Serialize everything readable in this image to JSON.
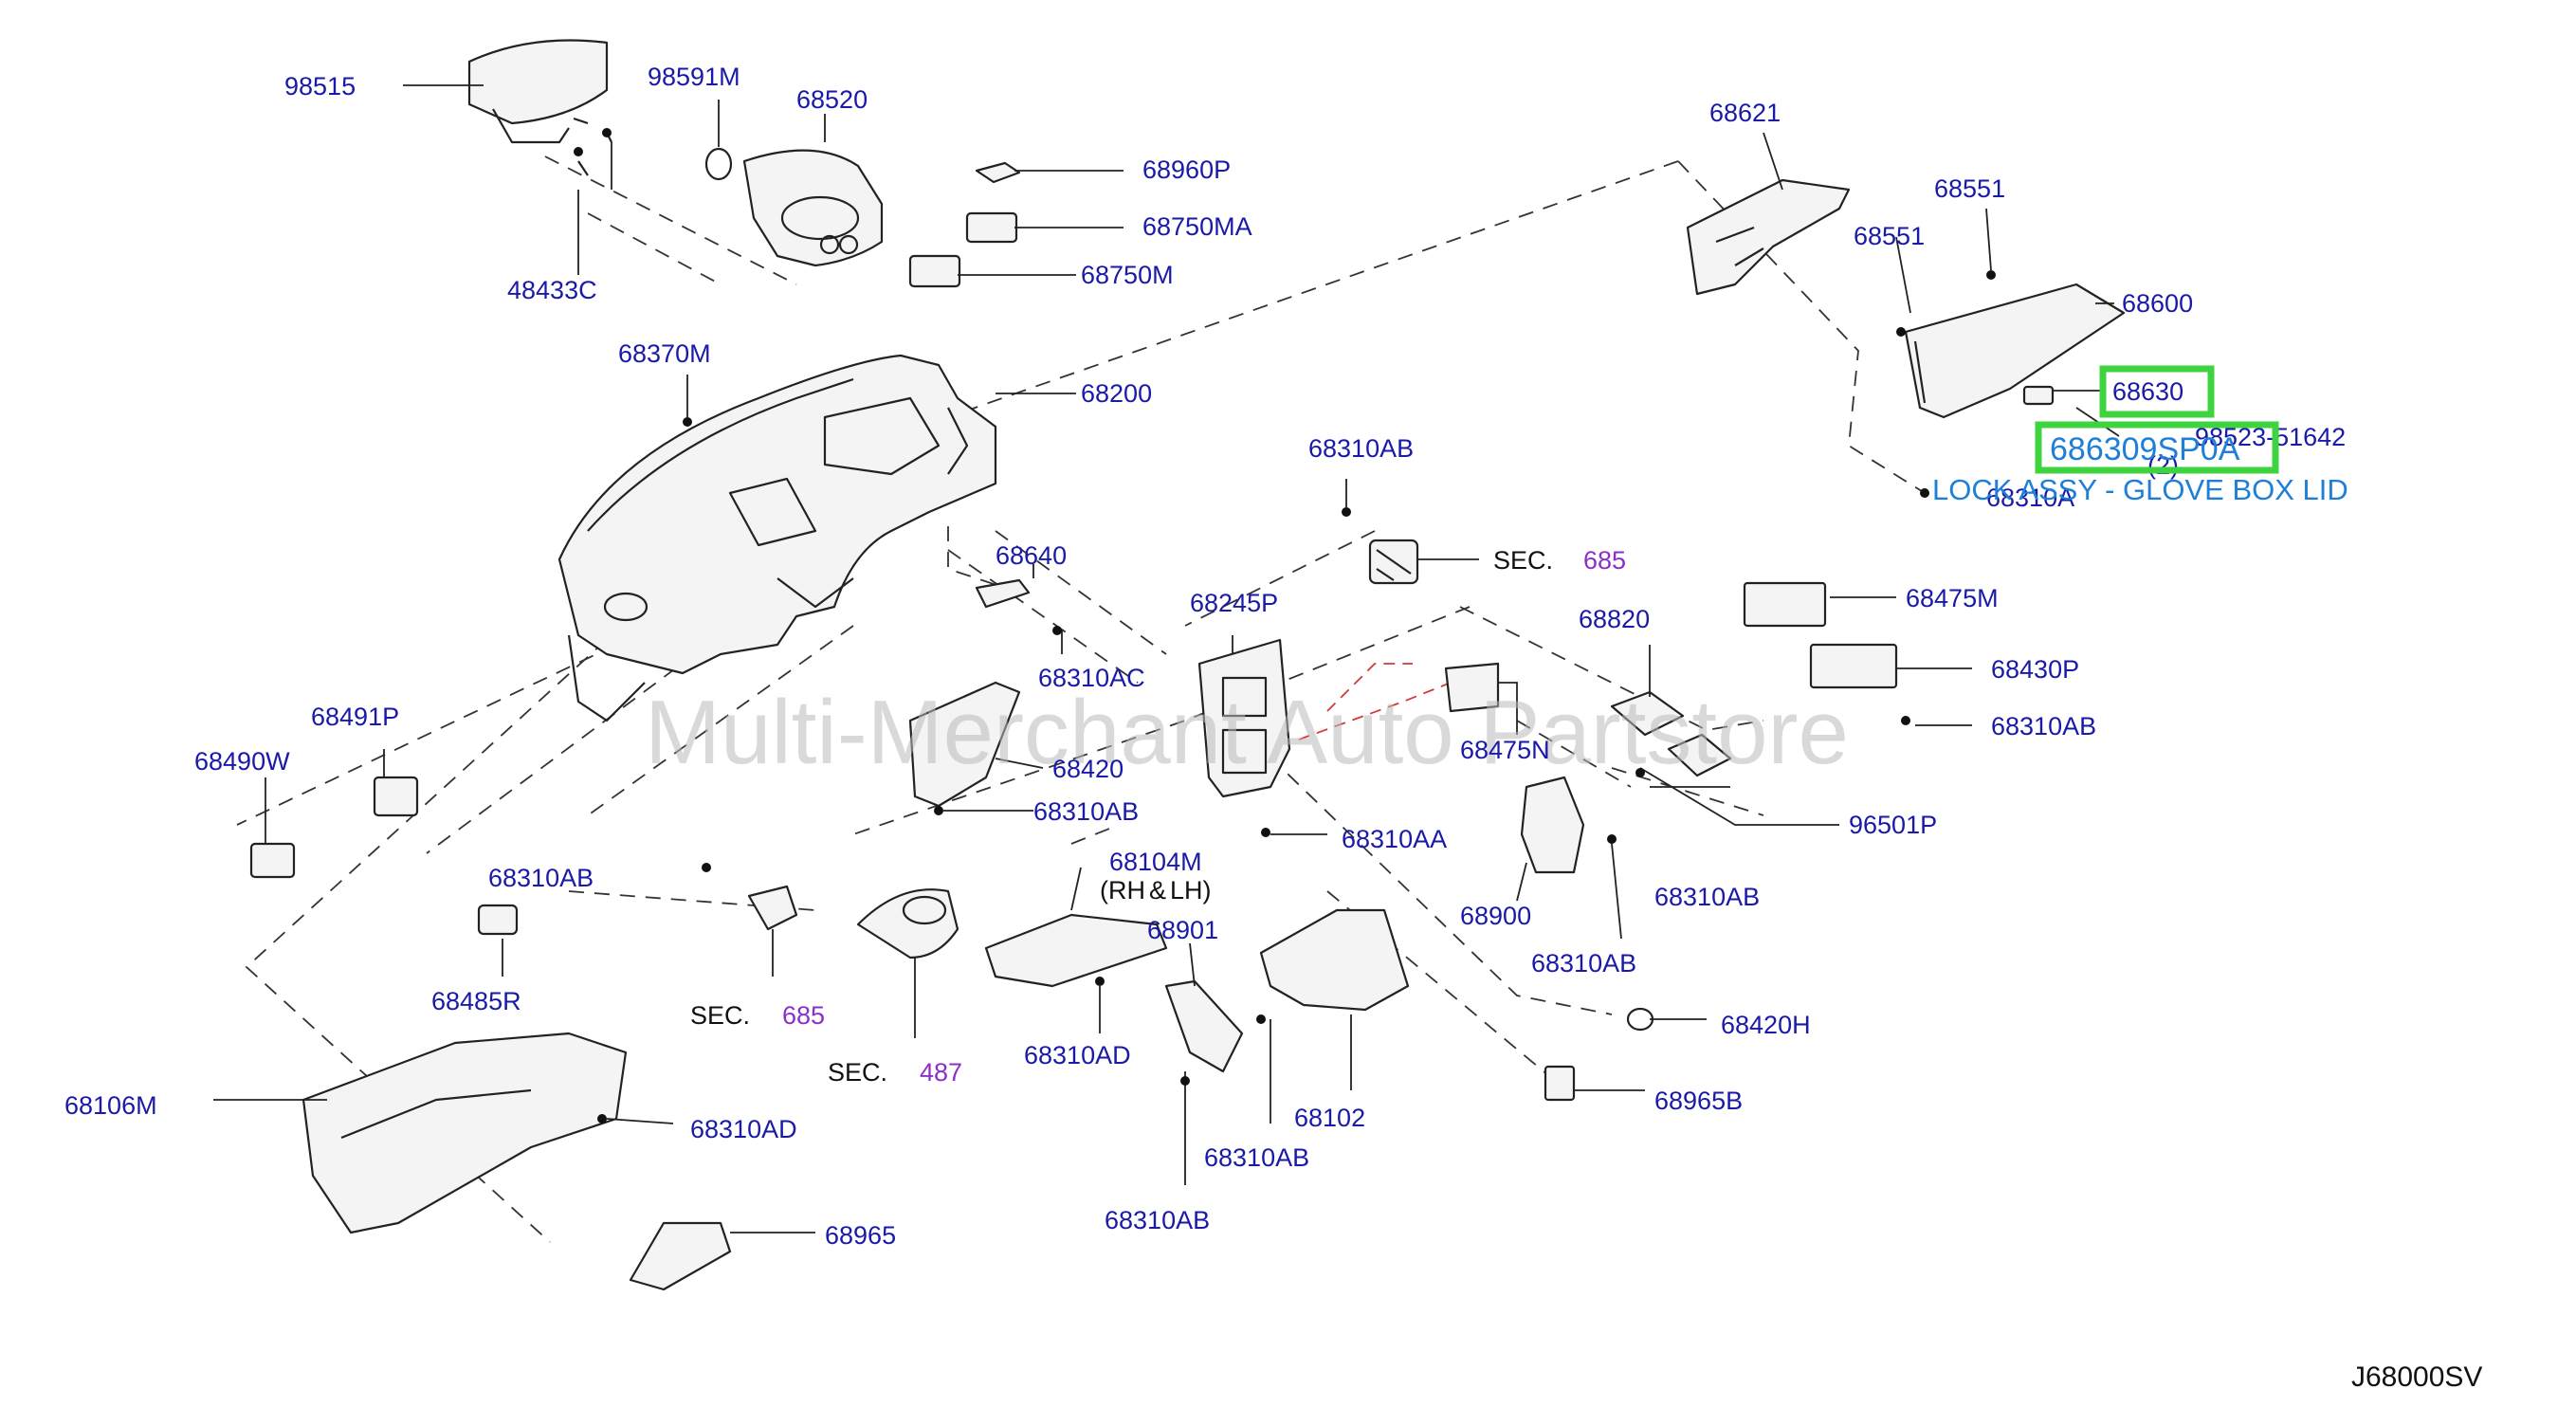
{
  "watermark": "Multi-Merchant Auto Partstore",
  "diagram_code": "J68000SV",
  "highlight": {
    "part_no": "68630",
    "full_part_no": "686309SP0A",
    "description": "LOCK ASSY - GLOVE BOX LID"
  },
  "labels": {
    "p98515": "98515",
    "p98591M": "98591M",
    "p68520": "68520",
    "p68960P": "68960P",
    "p68750MA": "68750MA",
    "p68750M": "68750M",
    "p48433C": "48433C",
    "p68370M": "68370M",
    "p68200": "68200",
    "p68621": "68621",
    "p68551a": "68551",
    "p68551b": "68551",
    "p68600": "68600",
    "p68630": "68630",
    "p98523": "98523-51642",
    "p98523_qty": "(2)",
    "p68310A": "68310A",
    "p68310AB_top": "68310AB",
    "sec1_label": "SEC.",
    "sec1_num": "685",
    "p68640": "68640",
    "p68245P": "68245P",
    "p68310AC": "68310AC",
    "p68475M": "68475M",
    "p68820": "68820",
    "p68430P": "68430P",
    "p68310AB_r": "68310AB",
    "p68491P": "68491P",
    "p68490W": "68490W",
    "p68475N": "68475N",
    "p68420": "68420",
    "p68310AB_l": "68310AB",
    "p96501P": "96501P",
    "p68310AA": "68310AA",
    "p68104M": "68104M",
    "p68104M_note": "(RH",
    "p68104M_amp": "&",
    "p68104M_note2": "LH)",
    "p68310AB_m1": "68310AB",
    "p68900": "68900",
    "p68310AB_m2": "68310AB",
    "p68310AB_m3": "68310AB",
    "p68485R": "68485R",
    "sec2_label": "SEC.",
    "sec2_num": "685",
    "p68901": "68901",
    "p68420H": "68420H",
    "sec3_label": "SEC.",
    "sec3_num": "487",
    "p68310AD_a": "68310AD",
    "p68965B": "68965B",
    "p68106M": "68106M",
    "p68102": "68102",
    "p68310AD_b": "68310AD",
    "p68310AB_b1": "68310AB",
    "p68310AB_b2": "68310AB",
    "p68965": "68965"
  }
}
